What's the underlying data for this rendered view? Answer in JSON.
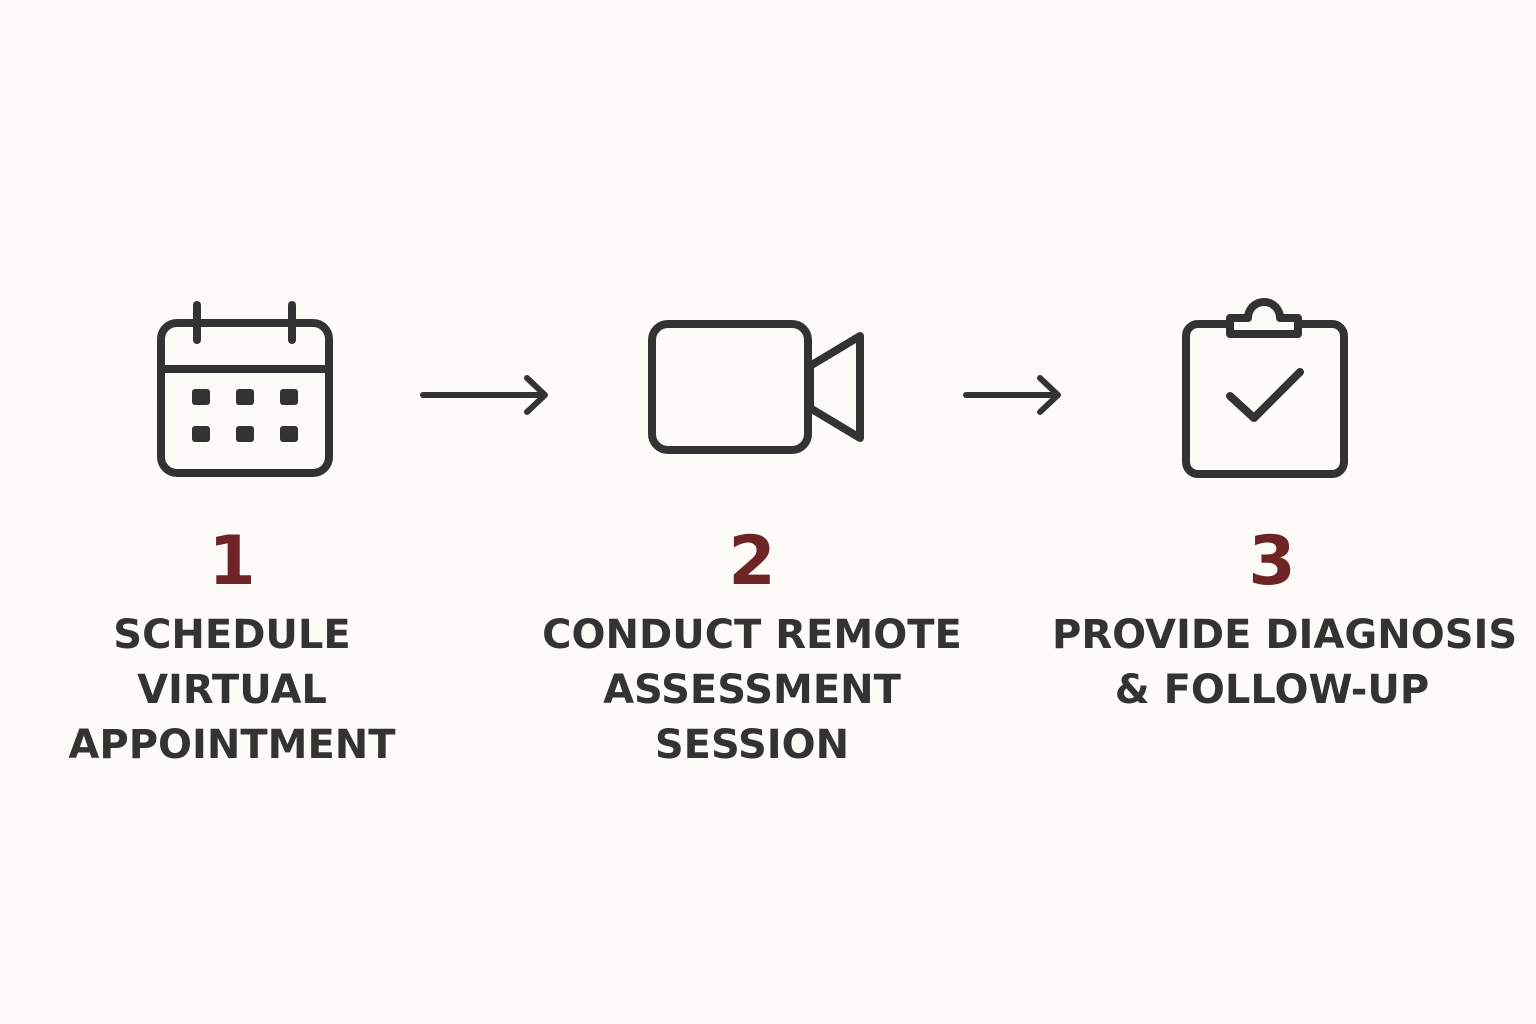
{
  "colors": {
    "background": "#fcfbf7",
    "icon_stroke": "#333333",
    "number": "#6e2424",
    "label": "#333333"
  },
  "steps": [
    {
      "number": "1",
      "icon": "calendar-icon",
      "label_lines": [
        "SCHEDULE",
        "VIRTUAL",
        "APPOINTMENT"
      ]
    },
    {
      "number": "2",
      "icon": "video-camera-icon",
      "label_lines": [
        "CONDUCT REMOTE",
        "ASSESSMENT",
        "SESSION"
      ]
    },
    {
      "number": "3",
      "icon": "clipboard-check-icon",
      "label_lines": [
        "PROVIDE DIAGNOSIS",
        "& FOLLOW-UP"
      ]
    }
  ],
  "connectors": [
    "arrow-right-icon",
    "arrow-right-icon"
  ]
}
